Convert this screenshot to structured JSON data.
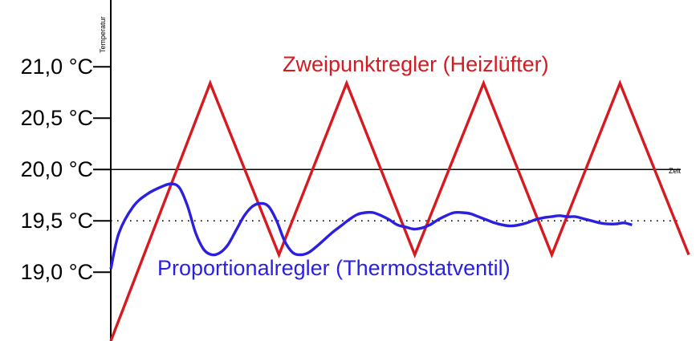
{
  "chart_data": {
    "type": "line",
    "ylabel": "Temperatur",
    "xlabel": "Zeit",
    "ylim": [
      18.33,
      21.65
    ],
    "xlim": [
      0,
      100
    ],
    "yticks": [
      {
        "value": 21.0,
        "label": "21,0 °C"
      },
      {
        "value": 20.5,
        "label": "20,5 °C"
      },
      {
        "value": 20.0,
        "label": "20,0 °C"
      },
      {
        "value": 19.5,
        "label": "19,5 °C"
      },
      {
        "value": 19.0,
        "label": "19,0 °C"
      }
    ],
    "reference_lines": [
      {
        "value": 20.0,
        "style": "solid"
      },
      {
        "value": 19.5,
        "style": "dotted"
      }
    ],
    "series": [
      {
        "name": "Zweipunktregler (Heizlüfter)",
        "color": "#d71920",
        "shape": "linear",
        "x": [
          0,
          17.2,
          29.1,
          40.8,
          52.6,
          64.5,
          76.3,
          88.1,
          100
        ],
        "y": [
          18.33,
          20.84,
          19.17,
          20.84,
          19.17,
          20.84,
          19.17,
          20.84,
          19.17
        ]
      },
      {
        "name": "Proportionalregler (Thermostatventil)",
        "color": "#2b1fe0",
        "shape": "smooth",
        "x": [
          0,
          1.4,
          3.9,
          6.3,
          8.7,
          10.5,
          11.9,
          13.3,
          14.7,
          16.1,
          17.5,
          18.9,
          20.3,
          21.7,
          23.1,
          24.5,
          25.9,
          27.3,
          28.7,
          30.1,
          31.5,
          32.9,
          34.2,
          35.6,
          37.0,
          38.4,
          39.8,
          41.2,
          42.6,
          44.0,
          45.4,
          46.8,
          48.2,
          49.6,
          51.0,
          52.4,
          53.8,
          55.2,
          56.6,
          58.0,
          59.4,
          60.8,
          62.2,
          63.6,
          65.0,
          66.4,
          67.8,
          69.2,
          70.6,
          72.0,
          73.4,
          74.8,
          76.2,
          77.6,
          79.0,
          80.4,
          81.8,
          83.2,
          84.6,
          86.0,
          87.4,
          88.8,
          90.2
        ],
        "y": [
          19.03,
          19.38,
          19.64,
          19.76,
          19.83,
          19.86,
          19.82,
          19.64,
          19.38,
          19.22,
          19.17,
          19.19,
          19.27,
          19.41,
          19.55,
          19.64,
          19.67,
          19.64,
          19.5,
          19.3,
          19.19,
          19.17,
          19.19,
          19.25,
          19.32,
          19.39,
          19.45,
          19.51,
          19.56,
          19.58,
          19.58,
          19.55,
          19.51,
          19.46,
          19.44,
          19.42,
          19.43,
          19.46,
          19.51,
          19.55,
          19.58,
          19.58,
          19.57,
          19.54,
          19.51,
          19.48,
          19.46,
          19.45,
          19.46,
          19.48,
          19.51,
          19.53,
          19.54,
          19.55,
          19.54,
          19.54,
          19.52,
          19.5,
          19.48,
          19.47,
          19.47,
          19.48,
          19.46
        ]
      }
    ],
    "grid": false,
    "legend": "inline labels"
  }
}
